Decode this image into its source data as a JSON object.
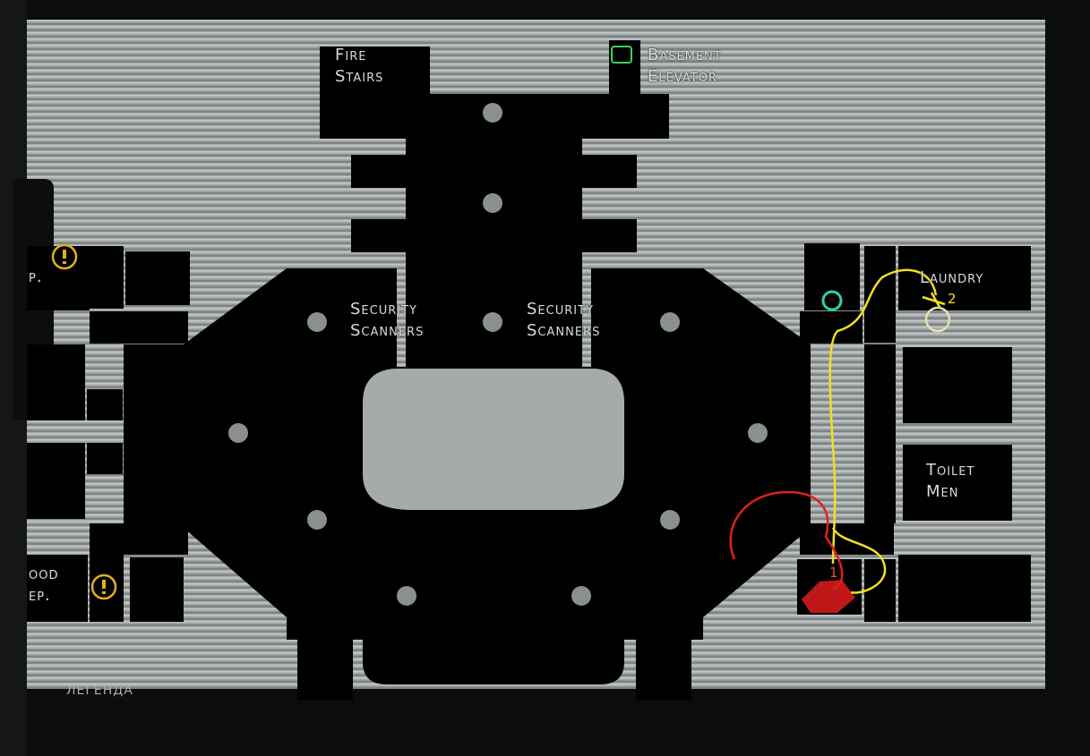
{
  "labels": {
    "fire_stairs": [
      "Fire",
      "Stairs"
    ],
    "basement_elevator": [
      "Basement",
      "Elevator"
    ],
    "security_scanners_left": [
      "Security",
      "Scanners"
    ],
    "security_scanners_right": [
      "Security",
      "Scanners"
    ],
    "laundry": "Laundry",
    "toilet_men": [
      "Toilet",
      "Men"
    ],
    "food_prep": [
      "ood",
      "ep."
    ],
    "left_top_fragment": "p."
  },
  "legend": "ЛЕГЕНДА",
  "annotations": {
    "mark_1": "1",
    "mark_2": "2"
  },
  "colors": {
    "floor": "#000000",
    "wall_stripes": "#b0b5b5",
    "alert": "#e0b020",
    "yellow_path": "#f0e020",
    "red_path": "#e02020",
    "elevator": "#40d060",
    "player": "#30d0b0"
  }
}
